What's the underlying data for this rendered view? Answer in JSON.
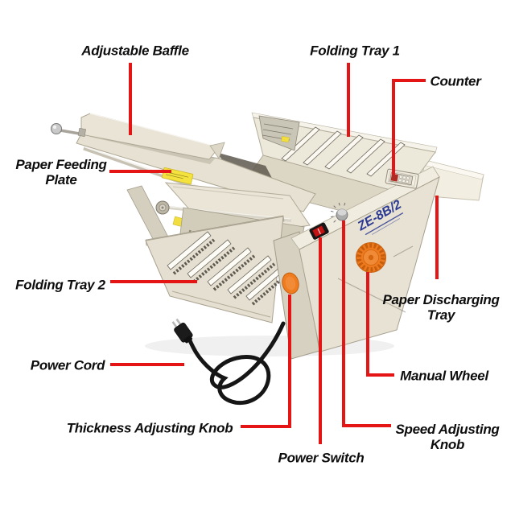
{
  "diagram": {
    "background_color": "#ffffff",
    "annotation": {
      "line_color": "#e51515",
      "text_color": "#0d0d0d"
    },
    "machine": {
      "brand_label": "ZE-8B/2",
      "body_color": "#ece8da",
      "accent_orange": "#ed7a1e",
      "parts": [
        "adjustable-baffle",
        "folding-tray-1",
        "counter",
        "paper-feeding-plate",
        "folding-tray-2",
        "paper-discharging-tray",
        "power-cord",
        "thickness-adjusting-knob",
        "power-switch",
        "speed-adjusting-knob",
        "manual-wheel"
      ]
    },
    "labels": [
      {
        "id": "adjustable-baffle",
        "text": "Adjustable Baffle"
      },
      {
        "id": "folding-tray-1",
        "text": "Folding Tray 1"
      },
      {
        "id": "counter",
        "text": "Counter"
      },
      {
        "id": "paper-feeding-plate",
        "text": "Paper Feeding Plate"
      },
      {
        "id": "folding-tray-2",
        "text": "Folding Tray 2"
      },
      {
        "id": "paper-discharging-tray",
        "text": "Paper Discharging Tray"
      },
      {
        "id": "power-cord",
        "text": "Power Cord"
      },
      {
        "id": "thickness-adjusting-knob",
        "text": "Thickness Adjusting Knob"
      },
      {
        "id": "power-switch",
        "text": "Power Switch"
      },
      {
        "id": "speed-adjusting-knob",
        "text": "Speed Adjusting Knob"
      },
      {
        "id": "manual-wheel",
        "text": "Manual Wheel"
      }
    ]
  }
}
